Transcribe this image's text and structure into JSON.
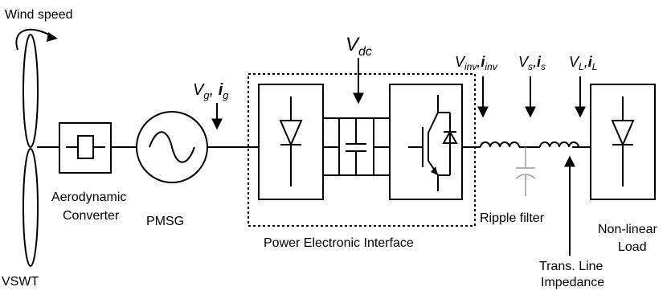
{
  "labels": {
    "wind_speed": "Wind speed",
    "vswt": "VSWT",
    "aero_line1": "Aerodynamic",
    "aero_line2": "Converter",
    "pmsg": "PMSG",
    "pei": "Power Electronic Interface",
    "ripple_filter": "Ripple filter",
    "trans_line1": "Trans. Line",
    "trans_line2": "Impedance",
    "load_line1": "Non-linear",
    "load_line2": "Load"
  },
  "signals": {
    "vg": {
      "main": "V",
      "sub": "g",
      "sep": ", ",
      "cur": "i",
      "cur_sub": "g"
    },
    "vdc": {
      "main": "V",
      "sub": "dc"
    },
    "vinv": {
      "main": "V",
      "sub": "inv",
      "sep": ",",
      "cur": "i",
      "cur_sub": "inv"
    },
    "vs": {
      "main": "V",
      "sub": "s",
      "sep": ",",
      "cur": "i",
      "cur_sub": "s"
    },
    "vl": {
      "main": "V",
      "sub": "L",
      "sep": ",",
      "cur": "i",
      "cur_sub": "L"
    }
  }
}
